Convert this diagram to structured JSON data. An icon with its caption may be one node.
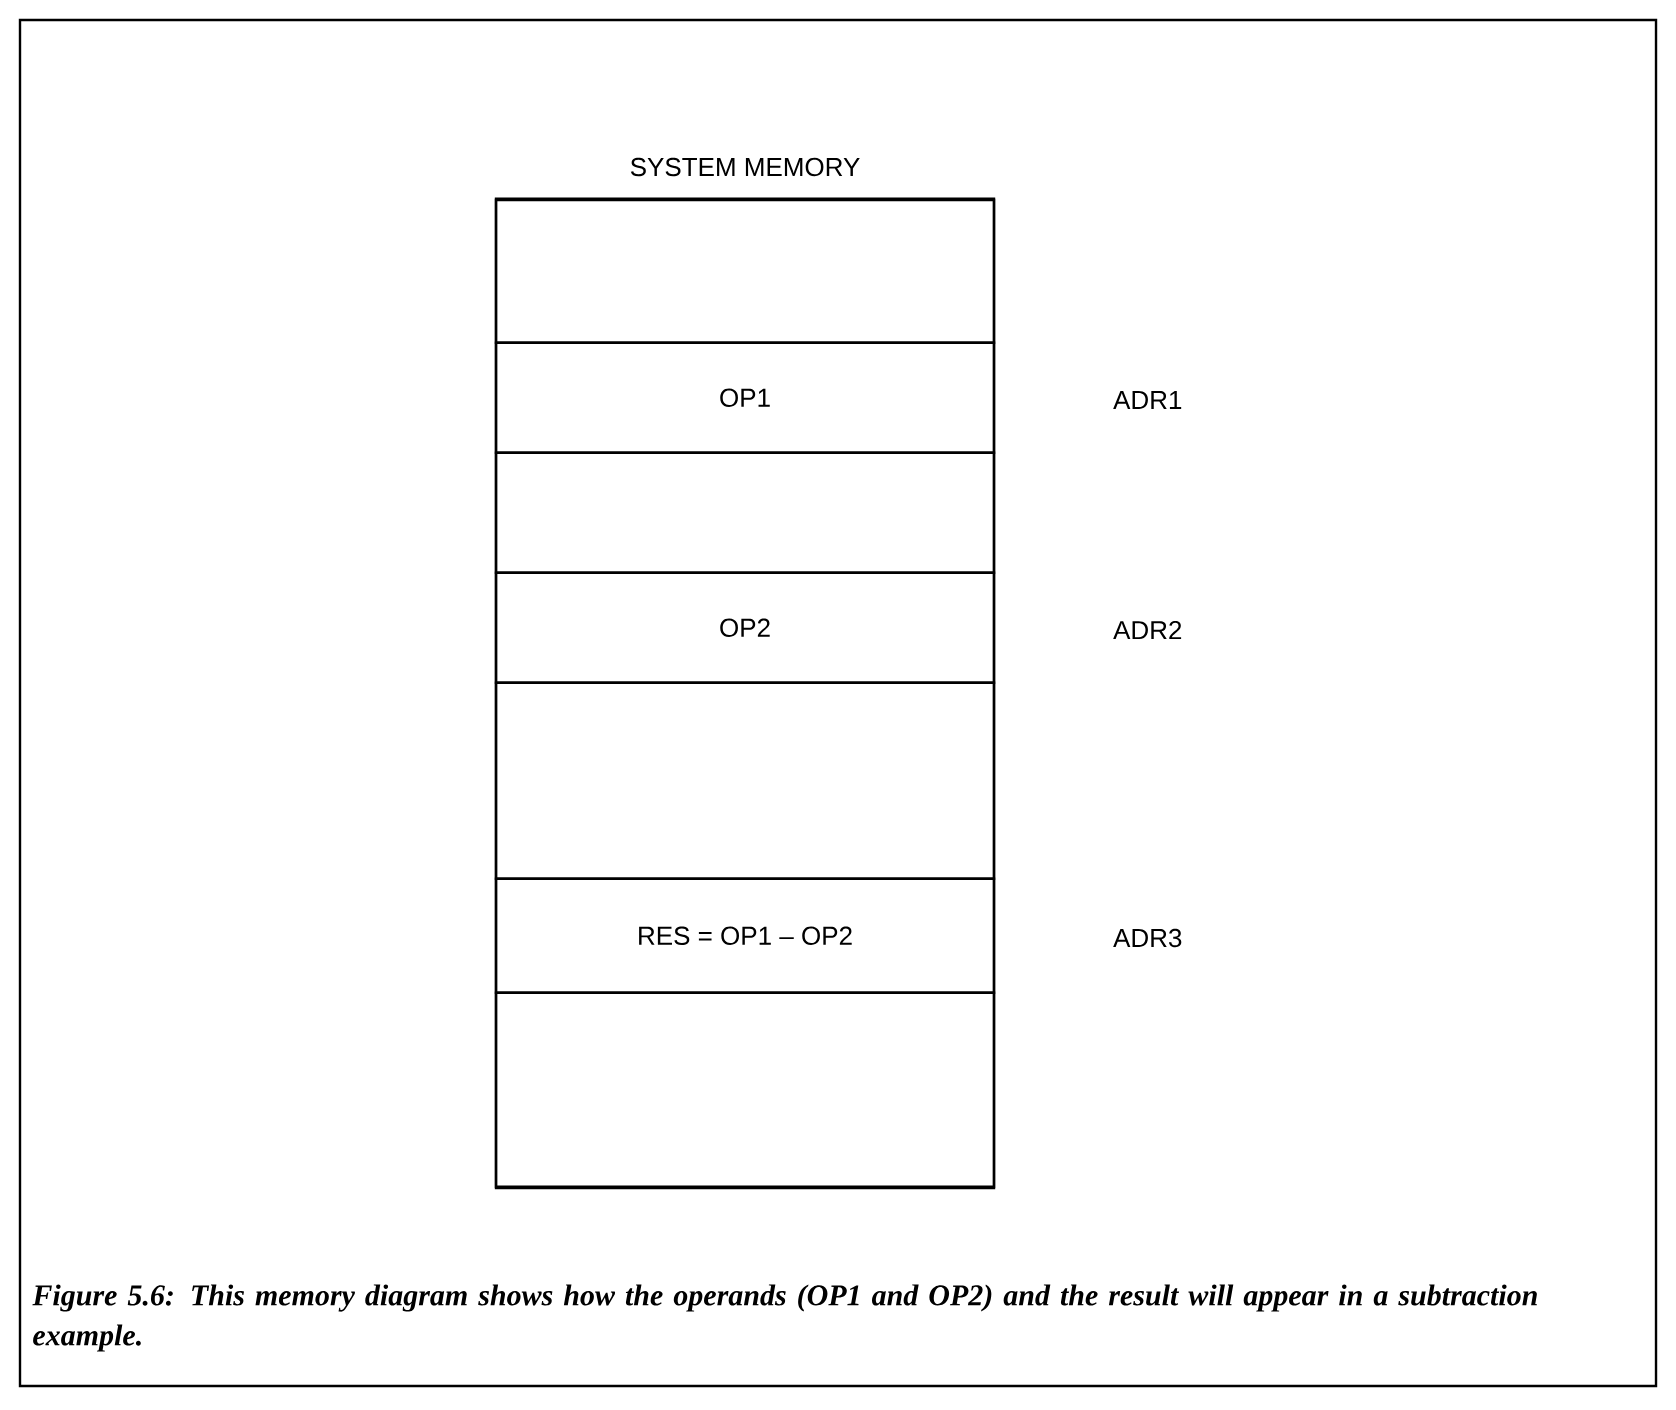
{
  "diagram": {
    "caption": "Figure 5.6: This memory diagram shows how the operands (OP1 and OP2) and the result will appear in a subtraction example.",
    "nodes": [
      {
        "text": [
          "SYSTEM MEMORY"
        ]
      },
      {
        "text": [],
        "shape": "box",
        "in": 0
      },
      {
        "text": [
          "OP1"
        ],
        "in": 0
      },
      {
        "text": [],
        "shape": "box",
        "in": 0
      },
      {
        "text": [
          "OP2"
        ],
        "in": 0
      },
      {
        "text": [],
        "shape": "box",
        "in": 0
      },
      {
        "text": [
          "RES = OP1 – OP2"
        ],
        "in": 0
      },
      {
        "text": [],
        "shape": "box",
        "in": 0
      }
    ],
    "labels": [
      "ADR1",
      "ADR2",
      "ADR3"
    ]
  }
}
